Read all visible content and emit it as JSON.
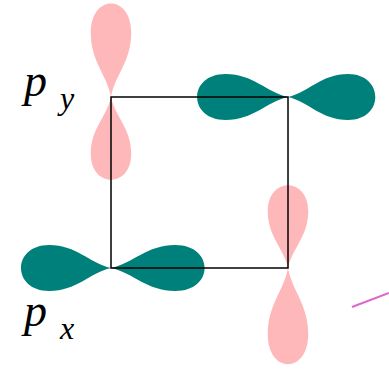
{
  "diagram": {
    "labels": [
      "p",
      "y",
      "p",
      "x"
    ]
  }
}
